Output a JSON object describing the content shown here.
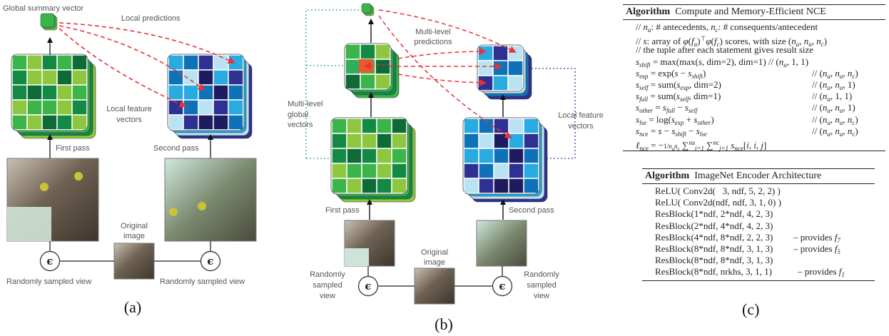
{
  "panel_a": {
    "labels": {
      "global_summary_vector": "Global summary vector",
      "local_predictions": "Local predictions",
      "local_feature_vectors_1": "Local feature",
      "local_feature_vectors_2": "vectors",
      "first_pass": "First pass",
      "second_pass": "Second pass",
      "original_image_1": "Original",
      "original_image_2": "image",
      "randomly_sampled_view_left": "Randomly sampled view",
      "randomly_sampled_view_right": "Randomly sampled view",
      "epsilon": "ϵ"
    },
    "caption": "(a)"
  },
  "panel_b": {
    "labels": {
      "multi_level_predictions_1": "Multi-level",
      "multi_level_predictions_2": "predictions",
      "multi_level_global_vectors_1": "Multi-level",
      "multi_level_global_vectors_2": "global",
      "multi_level_global_vectors_3": "vectors",
      "local_feature_vectors_1": "Local feature",
      "local_feature_vectors_2": "vectors",
      "first_pass": "First pass",
      "second_pass": "Second pass",
      "original_image_1": "Original",
      "original_image_2": "image",
      "randomly_left_1": "Randomly",
      "randomly_left_2": "sampled",
      "randomly_left_3": "view",
      "randomly_right_1": "Randomly",
      "randomly_right_2": "sampled",
      "randomly_right_3": "view",
      "epsilon": "ϵ"
    },
    "caption": "(b)"
  },
  "colors": {
    "green_palette": [
      "#3bb44a",
      "#8dc63f",
      "#128a45",
      "#0e6b38",
      "#2fae5b"
    ],
    "blue_palette": [
      "#29aae1",
      "#0f72b8",
      "#2e3192",
      "#b9e3f2",
      "#1c1c5e"
    ],
    "prediction_arrow": "#e8323a",
    "global_dotted": "#2fae5b",
    "local_dotted": "#3b3f9a",
    "highlight_cell": "#e85a2b"
  },
  "algorithm_nce": {
    "keyword": "Algorithm",
    "title": "Compute and Memory-Efficient NCE",
    "comments": [
      "antecedents, ",
      "consequents/antecedent",
      "array of ",
      " scores, with size ",
      "// the tuple after each statement gives result size"
    ],
    "lines": [
      {
        "lhs": "shift",
        "rhs": "= max(max(s, dim=2), dim=1)",
        "size": "(n_a, 1, 1)"
      },
      {
        "lhs": "exp",
        "rhs": "= exp(s − s_shift)",
        "size": "(n_a, n_a, n_c)"
      },
      {
        "lhs": "self",
        "rhs": "= sum(s_exp, dim=2)",
        "size": "(n_a, n_a, 1)"
      },
      {
        "lhs": "full",
        "rhs": "= sum(s_self, dim=1)",
        "size": "(n_a, 1, 1)"
      },
      {
        "lhs": "other",
        "rhs": "= s_full − s_self",
        "size": "(n_a, n_a, 1)"
      },
      {
        "lhs": "lse",
        "rhs": "= log(s_exp + s_other)",
        "size": "(n_a, n_a, n_c)"
      },
      {
        "lhs": "nce",
        "rhs": "= s − s_shift − s_lse",
        "size": "(n_a, n_a, n_c)"
      },
      {
        "lhs": "nce_loss",
        "rhs": "= −1/(n_a n_c) Σ_{i=1}^{n_a} Σ_{j=1}^{n_c} s_nce[i, i, j]",
        "size": ""
      }
    ]
  },
  "algorithm_encoder": {
    "keyword": "Algorithm",
    "title": "ImageNet Encoder Architecture",
    "lines": [
      {
        "code": "ReLU( Conv2d(   3, ndf, 5, 2, 2) )",
        "note": ""
      },
      {
        "code": "ReLU( Conv2d(ndf, ndf, 3, 1, 0) )",
        "note": ""
      },
      {
        "code": "ResBlock(1*ndf, 2*ndf, 4, 2, 3)",
        "note": ""
      },
      {
        "code": "ResBlock(2*ndf, 4*ndf, 4, 2, 3)",
        "note": ""
      },
      {
        "code": "ResBlock(4*ndf, 8*ndf, 2, 2, 3)",
        "note": "– provides ",
        "f": "f",
        "fsub": "7"
      },
      {
        "code": "ResBlock(8*ndf, 8*ndf, 3, 1, 3)",
        "note": "– provides ",
        "f": "f",
        "fsub": "5"
      },
      {
        "code": "ResBlock(8*ndf, 8*ndf, 3, 1, 3)",
        "note": ""
      },
      {
        "code": "ResBlock(8*ndf, nrkhs, 3, 1, 1)",
        "note": "– provides ",
        "f": "f",
        "fsub": "1"
      }
    ]
  },
  "caption_c": "(c)"
}
